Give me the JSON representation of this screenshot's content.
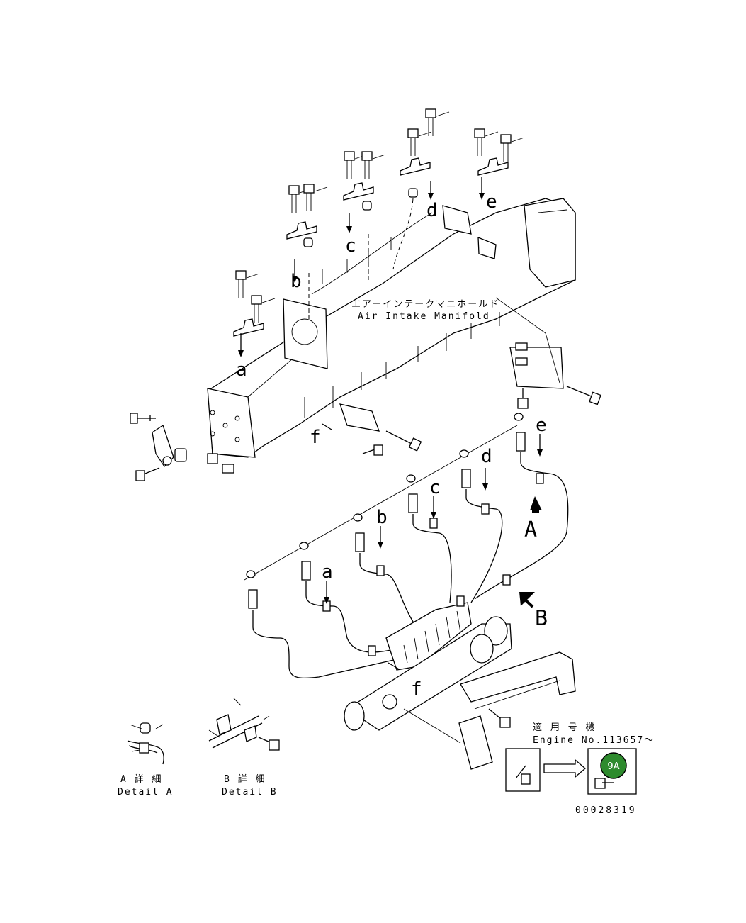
{
  "diagram": {
    "manifold_label_jp": "エアーインテークマニホールド",
    "manifold_label_en": "Air Intake Manifold",
    "callouts": {
      "a": "a",
      "b": "b",
      "c": "c",
      "d": "d",
      "e": "e",
      "f": "f",
      "A": "A",
      "B": "B"
    },
    "detail_a_jp": "A 詳 細",
    "detail_a_en": "Detail A",
    "detail_b_jp": "B 詳 細",
    "detail_b_en": "Detail B",
    "serial_jp": "適 用 号 機",
    "serial_en": "Engine No.113657〜",
    "badge": "9A",
    "drawing_number": "00028319"
  },
  "colors": {
    "badge_fill": "#2e8b2e",
    "badge_text": "#ffffff",
    "line": "#000000"
  }
}
